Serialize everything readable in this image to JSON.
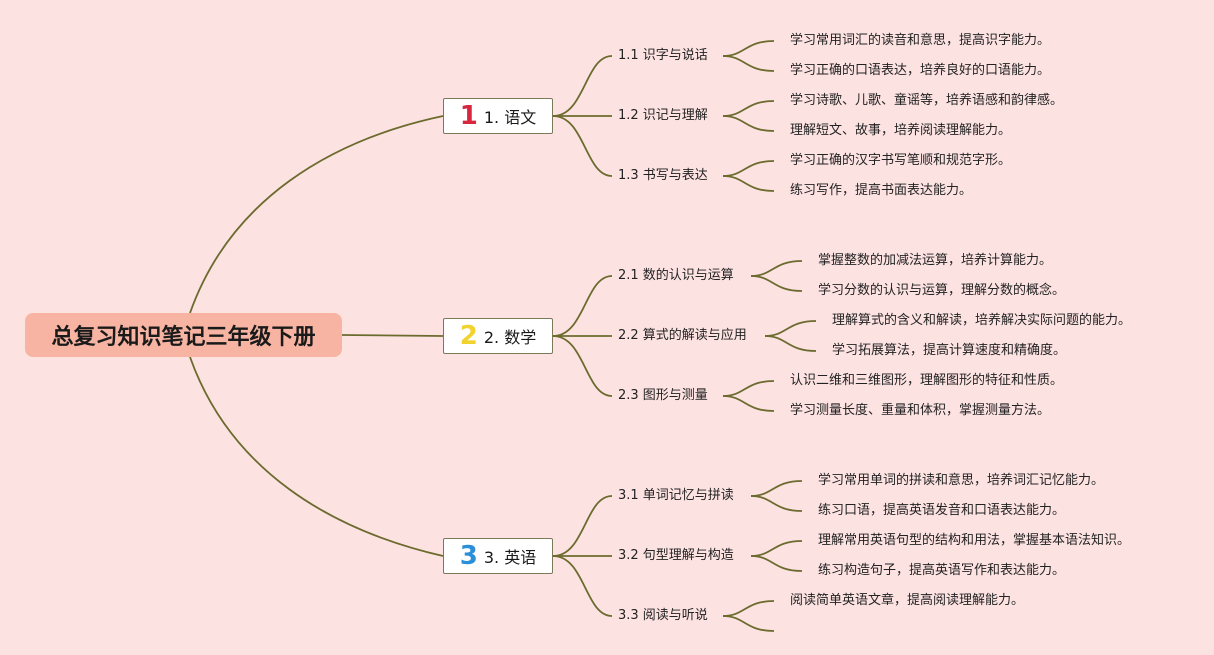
{
  "root": {
    "title": "总复习知识笔记三年级下册"
  },
  "colors": {
    "background": "#fde2e2",
    "root_fill": "#f8b4a3",
    "line": "#6b6b2e",
    "badge1": "#d7263d",
    "badge2": "#f2d22e",
    "badge3": "#2a8fd8"
  },
  "branches": [
    {
      "badge": "1",
      "label": "1. 语文",
      "subs": [
        {
          "label": "1.1 识字与说话",
          "leaves": [
            "学习常用词汇的读音和意思，提高识字能力。",
            "学习正确的口语表达，培养良好的口语能力。"
          ]
        },
        {
          "label": "1.2 识记与理解",
          "leaves": [
            "学习诗歌、儿歌、童谣等，培养语感和韵律感。",
            "理解短文、故事，培养阅读理解能力。"
          ]
        },
        {
          "label": "1.3 书写与表达",
          "leaves": [
            "学习正确的汉字书写笔顺和规范字形。",
            "练习写作，提高书面表达能力。"
          ]
        }
      ]
    },
    {
      "badge": "2",
      "label": "2. 数学",
      "subs": [
        {
          "label": "2.1 数的认识与运算",
          "leaves": [
            "掌握整数的加减法运算，培养计算能力。",
            "学习分数的认识与运算，理解分数的概念。"
          ]
        },
        {
          "label": "2.2 算式的解读与应用",
          "leaves": [
            "理解算式的含义和解读，培养解决实际问题的能力。",
            "学习拓展算法，提高计算速度和精确度。"
          ]
        },
        {
          "label": "2.3 图形与测量",
          "leaves": [
            "认识二维和三维图形，理解图形的特征和性质。",
            "学习测量长度、重量和体积，掌握测量方法。"
          ]
        }
      ]
    },
    {
      "badge": "3",
      "label": "3. 英语",
      "subs": [
        {
          "label": "3.1 单词记忆与拼读",
          "leaves": [
            "学习常用单词的拼读和意思，培养词汇记忆能力。",
            "练习口语，提高英语发音和口语表达能力。"
          ]
        },
        {
          "label": "3.2 句型理解与构造",
          "leaves": [
            "理解常用英语句型的结构和用法，掌握基本语法知识。",
            "练习构造句子，提高英语写作和表达能力。"
          ]
        },
        {
          "label": "3.3 阅读与听说",
          "leaves": [
            "阅读简单英语文章，提高阅读理解能力。",
            ""
          ]
        }
      ]
    }
  ]
}
